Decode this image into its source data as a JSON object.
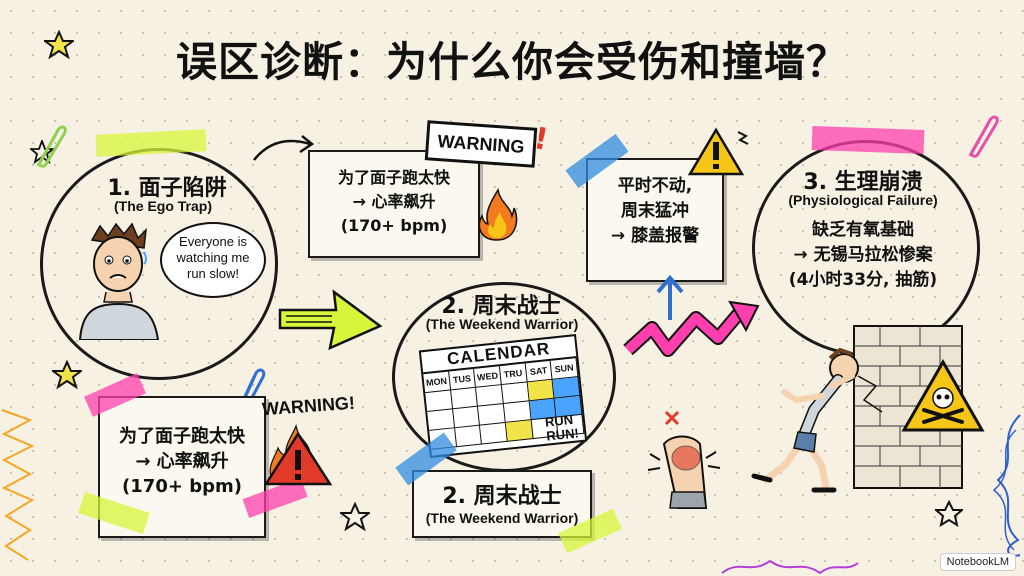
{
  "title": "误区诊断：为什么你会受伤和撞墙？",
  "section1": {
    "heading": "1. 面子陷阱",
    "subheading": "(The Ego Trap)",
    "bubble_lines": [
      "Everyone is",
      "watching me",
      "run slow!"
    ]
  },
  "note_top": {
    "warning": "WARNING",
    "lines": [
      "为了面子跑太快",
      "→ 心率飙升",
      "(170+ bpm)"
    ]
  },
  "note_bottom": {
    "warning": "WARNING!",
    "lines": [
      "为了面子跑太快",
      "→ 心率飙升",
      "(170+ bpm)"
    ]
  },
  "section2": {
    "heading": "2. 周末战士",
    "subheading": "(The Weekend Warrior)",
    "calendar_title": "CALENDAR",
    "days": [
      "MON",
      "TUS",
      "WED",
      "TRU",
      "SAT",
      "SUN"
    ],
    "run_text": [
      "RUN",
      "RUN!"
    ]
  },
  "section2_label": {
    "heading": "2. 周末战士",
    "subheading": "(The Weekend Warrior)"
  },
  "note_weekend": {
    "lines": [
      "平时不动,",
      "周末猛冲",
      "→ 膝盖报警"
    ]
  },
  "section3": {
    "heading": "3. 生理崩溃",
    "subheading": "(Physiological Failure)",
    "lines": [
      "缺乏有氧基础",
      "→ 无锡马拉松惨案",
      "(4小时33分, 抽筋)"
    ]
  },
  "brand": "NotebookLM",
  "colors": {
    "paper": "#f6f1e3",
    "tape_pink": "#ff3fae",
    "tape_green": "#d7f53a",
    "tape_blue": "#2f8be0",
    "warning_red": "#e23a2a",
    "warning_yellow": "#f5c518"
  },
  "icons": [
    "star-icon",
    "paperclip-icon",
    "warning-triangle-icon",
    "fire-icon",
    "skull-icon",
    "arrow-icon",
    "runner-icon"
  ]
}
